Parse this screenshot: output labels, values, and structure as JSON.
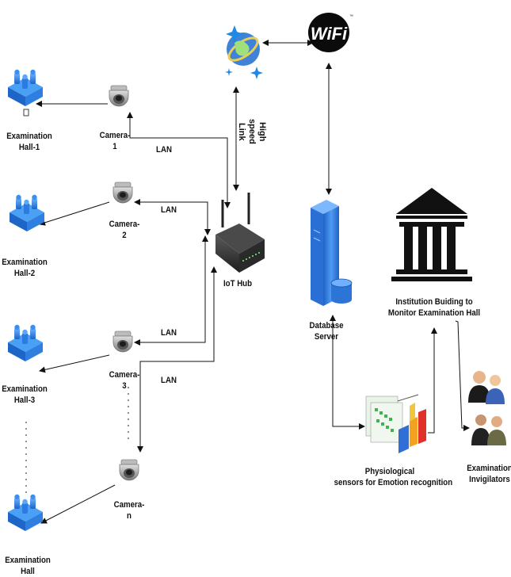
{
  "labels": {
    "hall1": [
      "Examination",
      "Hall-1"
    ],
    "hall2": [
      "Examination",
      "Hall-2"
    ],
    "hall3": [
      "Examination",
      "Hall-3"
    ],
    "halln": [
      "Examination",
      "Hall"
    ],
    "cam1": [
      "Camera-",
      "1"
    ],
    "cam2": [
      "Camera-",
      "2"
    ],
    "cam3": [
      "Camera-",
      "3"
    ],
    "camn": [
      "Camera-",
      "n"
    ],
    "lan": "LAN",
    "iot_hub": "IoT Hub",
    "high_speed_link": [
      "High",
      "speed",
      "Link"
    ],
    "wifi": "WiFi",
    "db_server": [
      "Database",
      "Server"
    ],
    "institution": [
      "Institution Buiding to",
      "Monitor Examination Hall"
    ],
    "sensors": [
      "Physiological",
      "sensors for Emotion recognition"
    ],
    "invigilators": [
      "Examination",
      "Invigilators"
    ]
  },
  "colors": {
    "hall_blue": "#2d8bf0",
    "hall_dark": "#1a5fb8",
    "camera_gray": "#8a8a8a",
    "server_blue": "#2f7de0",
    "cloud_blue": "#3a7bd5",
    "cloud_yellow": "#e6c84a",
    "building_black": "#111111",
    "line": "#111111"
  },
  "icons": {
    "hall": "building-people-icon",
    "camera": "dome-camera-icon",
    "router": "router-icon",
    "cloud": "cloud-globe-icon",
    "wifi": "wifi-logo-icon",
    "server": "database-server-icon",
    "institution": "institution-building-icon",
    "sensors": "sensor-chart-icon",
    "invigilators": "people-icon"
  }
}
